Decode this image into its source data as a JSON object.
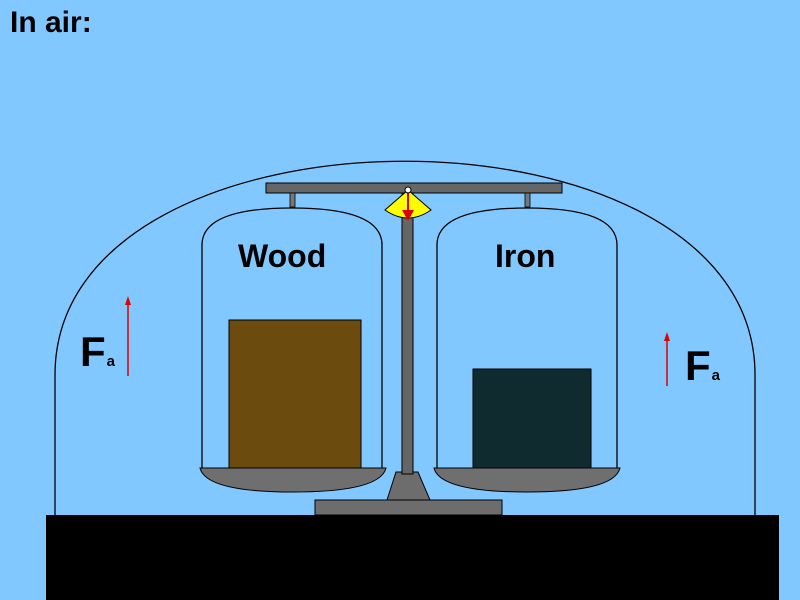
{
  "title": "In air:",
  "labels": {
    "wood": "Wood",
    "iron": "Iron"
  },
  "forces": {
    "left": {
      "symbol": "F",
      "subscript": "a"
    },
    "right": {
      "symbol": "F",
      "subscript": "a"
    }
  },
  "colors": {
    "background": "#80c8ff",
    "wood": "#6b4c0e",
    "iron": "#0f2b30",
    "arrow": "#e00000",
    "pointer": "#ffff00",
    "base": "#000000",
    "balance": "#666666"
  }
}
